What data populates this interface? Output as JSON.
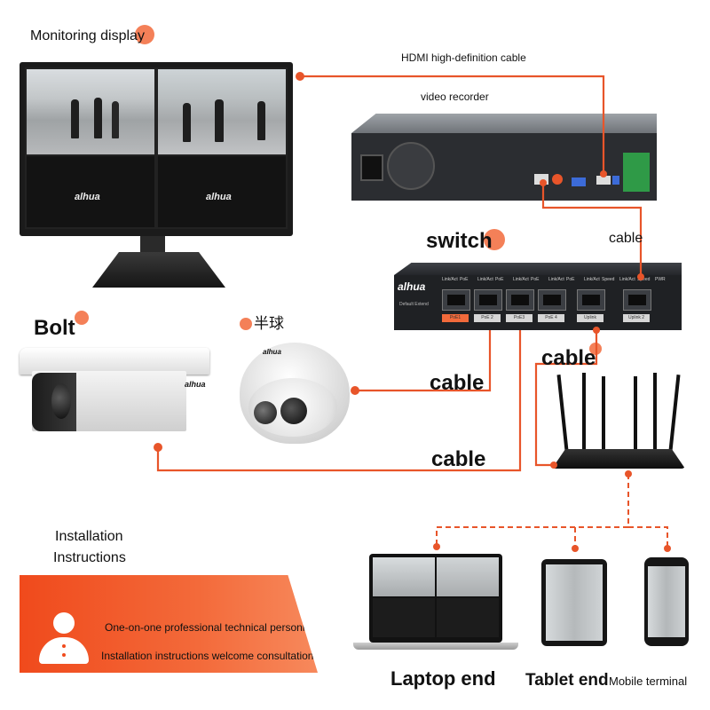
{
  "labels": {
    "monitoring_display": "Monitoring display",
    "hdmi_cable": "HDMI high-definition cable",
    "video_recorder": "video recorder",
    "switch": "switch",
    "cable_switch_recorder": "cable",
    "bolt": "Bolt",
    "dome": "半球",
    "cable_dome": "cable",
    "cable_router": "cable",
    "cable_bolt": "cable",
    "laptop_end": "Laptop end",
    "tablet_end": "Tablet end",
    "mobile_terminal": "Mobile terminal"
  },
  "brand": "alhua",
  "switch_panel": {
    "ports": [
      {
        "label": "PoE1"
      },
      {
        "label": "PoE 2"
      },
      {
        "label": "PoE3"
      },
      {
        "label": "PoE 4"
      },
      {
        "label": "Uplink"
      },
      {
        "label": "Uplink 2"
      }
    ],
    "header": [
      "Link/Act",
      "PoE",
      "Link/Act",
      "PoE",
      "Link/Act",
      "PoE",
      "Link/Act",
      "PoE",
      "Link/Act",
      "Speed",
      "Link/Act",
      "Speed",
      "PWR"
    ],
    "default_extend": "Default  Extend"
  },
  "install": {
    "heading_line1": "Installation",
    "heading_line2": "Instructions",
    "line1": "One-on-one professional technical personnel",
    "line2": "Installation instructions welcome consultation"
  },
  "colors": {
    "wire": "#e8552a",
    "accent": "#f04a1c",
    "device_dark": "#2a2c30"
  }
}
